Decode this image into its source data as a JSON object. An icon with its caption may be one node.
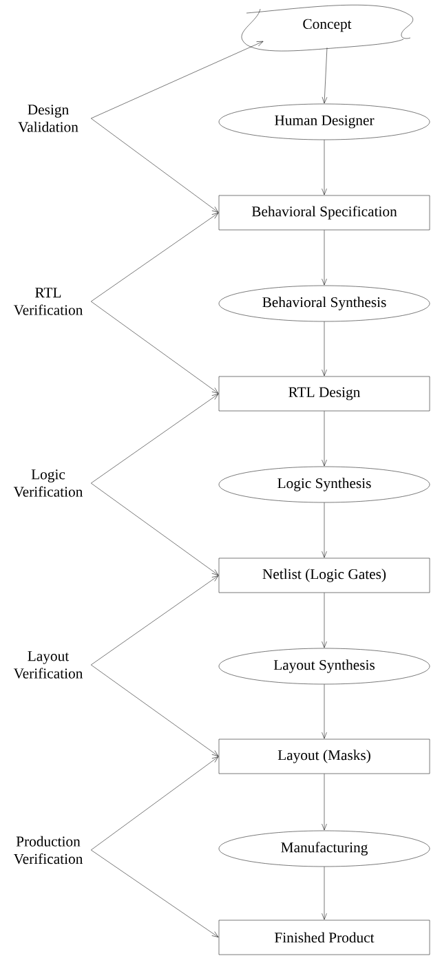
{
  "diagram": {
    "nodes": [
      {
        "text": [
          "Concept"
        ]
      },
      {
        "text": [
          "Human Designer"
        ]
      },
      {
        "text": [
          "Behavioral Specification"
        ]
      },
      {
        "text": [
          "Behavioral Synthesis"
        ]
      },
      {
        "text": [
          "RTL Design"
        ]
      },
      {
        "text": [
          "Logic Synthesis"
        ]
      },
      {
        "text": [
          "Netlist (Logic Gates)"
        ]
      },
      {
        "text": [
          "Layout Synthesis"
        ]
      },
      {
        "text": [
          "Layout (Masks)"
        ]
      },
      {
        "text": [
          "Manufacturing"
        ]
      },
      {
        "text": [
          "Finished Product"
        ]
      },
      {
        "text": [
          "Design Validation"
        ]
      },
      {
        "text": [
          "RTL Verification"
        ]
      },
      {
        "text": [
          "Logic Verification"
        ]
      },
      {
        "text": [
          "Layout Verification"
        ]
      },
      {
        "text": [
          "Production Verification"
        ]
      }
    ],
    "edges": [
      {
        "from": 0,
        "to": 1,
        "arrow": "to"
      },
      {
        "from": 1,
        "to": 2,
        "arrow": "to"
      },
      {
        "from": 2,
        "to": 3,
        "arrow": "to"
      },
      {
        "from": 3,
        "to": 4,
        "arrow": "to"
      },
      {
        "from": 4,
        "to": 5,
        "arrow": "to"
      },
      {
        "from": 5,
        "to": 6,
        "arrow": "to"
      },
      {
        "from": 6,
        "to": 7,
        "arrow": "to"
      },
      {
        "from": 7,
        "to": 8,
        "arrow": "to"
      },
      {
        "from": 8,
        "to": 9,
        "arrow": "to"
      },
      {
        "from": 9,
        "to": 10,
        "arrow": "to"
      },
      {
        "from": 11,
        "to": 0,
        "arrow": "to"
      },
      {
        "from": 11,
        "to": 2,
        "arrow": "to"
      },
      {
        "from": 12,
        "to": 2,
        "arrow": "to"
      },
      {
        "from": 12,
        "to": 4,
        "arrow": "to"
      },
      {
        "from": 13,
        "to": 4,
        "arrow": "to"
      },
      {
        "from": 13,
        "to": 6,
        "arrow": "to"
      },
      {
        "from": 14,
        "to": 6,
        "arrow": "to"
      },
      {
        "from": 14,
        "to": 8,
        "arrow": "to"
      },
      {
        "from": 15,
        "to": 8,
        "arrow": "to"
      },
      {
        "from": 15,
        "to": 10,
        "arrow": "to"
      }
    ]
  }
}
